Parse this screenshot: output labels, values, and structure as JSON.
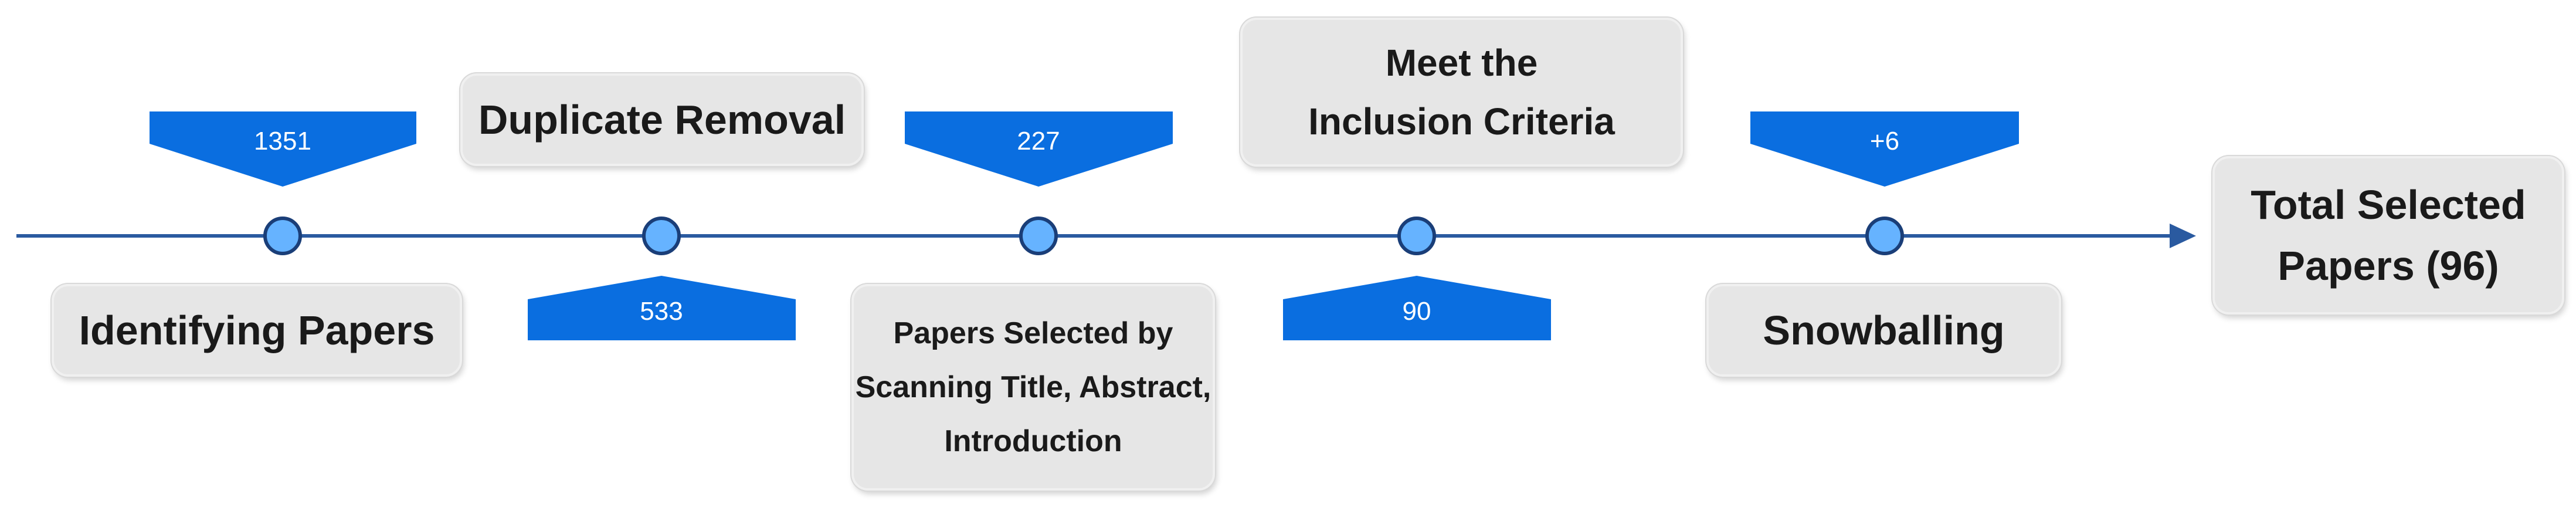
{
  "diagram": {
    "stages": {
      "identifying": "Identifying Papers",
      "duplicate_removal": "Duplicate Removal",
      "scanning": "Papers Selected by\nScanning Title, Abstract,\nIntroduction",
      "inclusion": "Meet the\nInclusion Criteria",
      "snowballing": "Snowballing",
      "total": "Total Selected\nPapers (96)"
    },
    "counts": {
      "identified": "1351",
      "after_duplicates": "533",
      "after_scanning": "227",
      "after_inclusion": "90",
      "snowball_added": "+6"
    }
  },
  "colors": {
    "timeline": "#2a5aa0",
    "marker_fill": "#66b3ff",
    "marker_stroke": "#1a3e78",
    "callout": "#0a6ee0",
    "box": "#e6e6e6"
  }
}
